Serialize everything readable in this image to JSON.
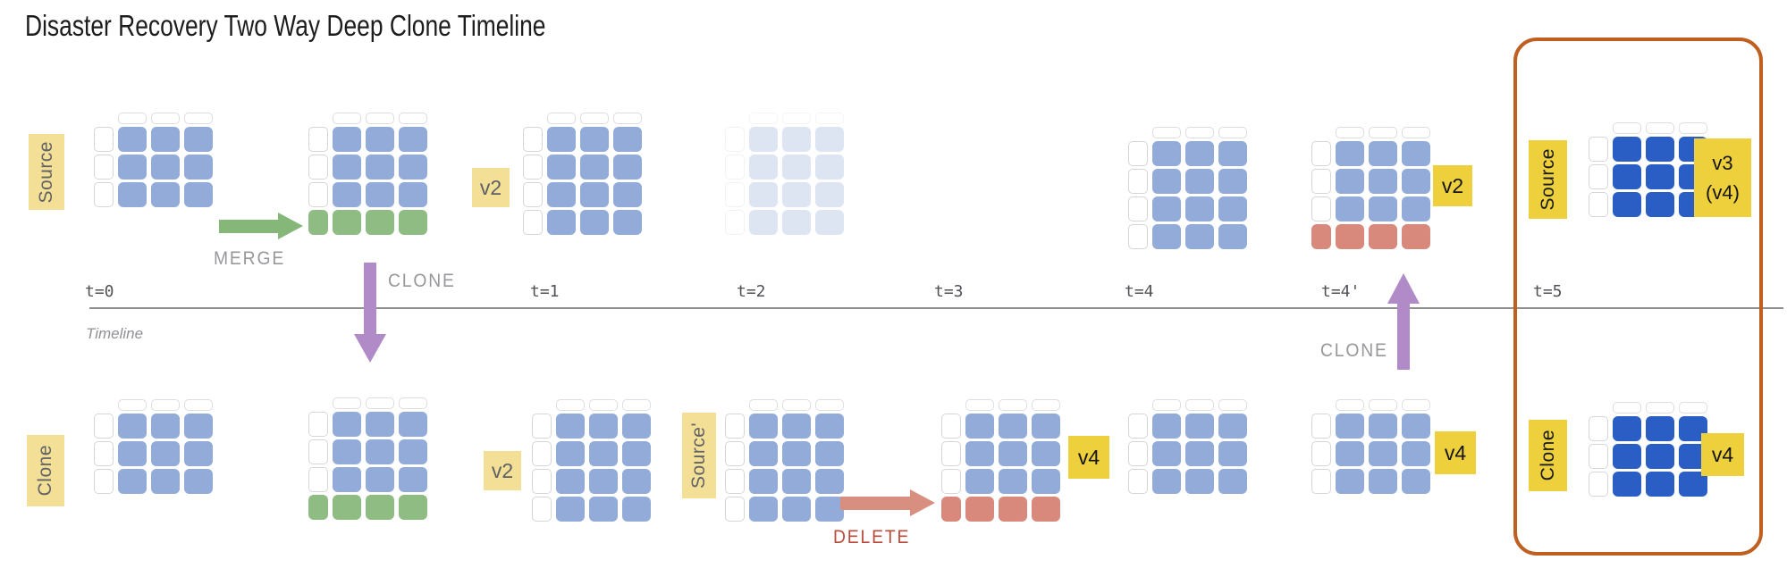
{
  "title": "Disaster Recovery Two Way Deep Clone Timeline",
  "timeline": {
    "axis_label": "Timeline",
    "ticks": [
      "t=0",
      "t=1",
      "t=2",
      "t=3",
      "t=4",
      "t=4'",
      "t=5"
    ]
  },
  "row_labels": {
    "source": "Source",
    "clone": "Clone",
    "source_prime": "Source'",
    "t5_source": "Source",
    "t5_clone": "Clone"
  },
  "arrows": {
    "merge_label": "MERGE",
    "clone_down_label": "CLONE",
    "delete_label": "DELETE",
    "clone_up_label": "CLONE"
  },
  "badges": {
    "v2_top_t1": "v2",
    "v2_top_t4p": "v2",
    "v3_v4_line1": "v3",
    "v3_v4_line2": "(v4)",
    "v2_bot_t1": "v2",
    "v4_bot_t3": "v4",
    "v4_bot_t4p": "v4",
    "v4_bot_t5": "v4"
  },
  "grids": {
    "top_t0": {
      "style": "light",
      "rows": [
        "data",
        "data",
        "data"
      ]
    },
    "top_merged": {
      "style": "light",
      "rows": [
        "data",
        "data",
        "data",
        "added"
      ]
    },
    "top_t1": {
      "style": "light",
      "rows": [
        "data",
        "data",
        "data",
        "data"
      ]
    },
    "top_t2": {
      "style": "faded",
      "rows": [
        "data",
        "data",
        "data",
        "data"
      ]
    },
    "top_t4": {
      "style": "light",
      "rows": [
        "data",
        "data",
        "data",
        "data"
      ]
    },
    "top_t4p": {
      "style": "light",
      "rows": [
        "data",
        "data",
        "data",
        "deleted"
      ]
    },
    "top_t5": {
      "style": "dark",
      "rows": [
        "data",
        "data",
        "data"
      ]
    },
    "bot_t0": {
      "style": "light",
      "rows": [
        "data",
        "data",
        "data"
      ]
    },
    "bot_merged": {
      "style": "light",
      "rows": [
        "data",
        "data",
        "data",
        "added"
      ]
    },
    "bot_t1": {
      "style": "light",
      "rows": [
        "data",
        "data",
        "data",
        "data"
      ]
    },
    "bot_t2": {
      "style": "light",
      "rows": [
        "data",
        "data",
        "data",
        "data"
      ]
    },
    "bot_t3": {
      "style": "light",
      "rows": [
        "data",
        "data",
        "data",
        "deleted"
      ]
    },
    "bot_t4": {
      "style": "light",
      "rows": [
        "data",
        "data",
        "data"
      ]
    },
    "bot_t4p": {
      "style": "light",
      "rows": [
        "data",
        "data",
        "data"
      ]
    },
    "bot_t5": {
      "style": "dark",
      "rows": [
        "data",
        "data",
        "data"
      ]
    }
  },
  "colors": {
    "cell_blue": "#92abd8",
    "cell_blue_dark": "#2b5ec5",
    "cell_added_green": "#8fbc83",
    "cell_deleted_red": "#d8897c",
    "arrow_merge_green": "#85b779",
    "arrow_clone_purple": "#b18bc8",
    "arrow_delete_red": "#d98f80",
    "badge_pale_yellow": "#f3e096",
    "badge_gold": "#edd03c",
    "highlight_box_orange": "#bf5f20",
    "timeline_line_gray": "#8e8e8e",
    "action_label_gray": "#97989b",
    "delete_label_red": "#bc4a3c",
    "tick_label_gray": "#515257",
    "side_label_text_gray": "#606266"
  }
}
